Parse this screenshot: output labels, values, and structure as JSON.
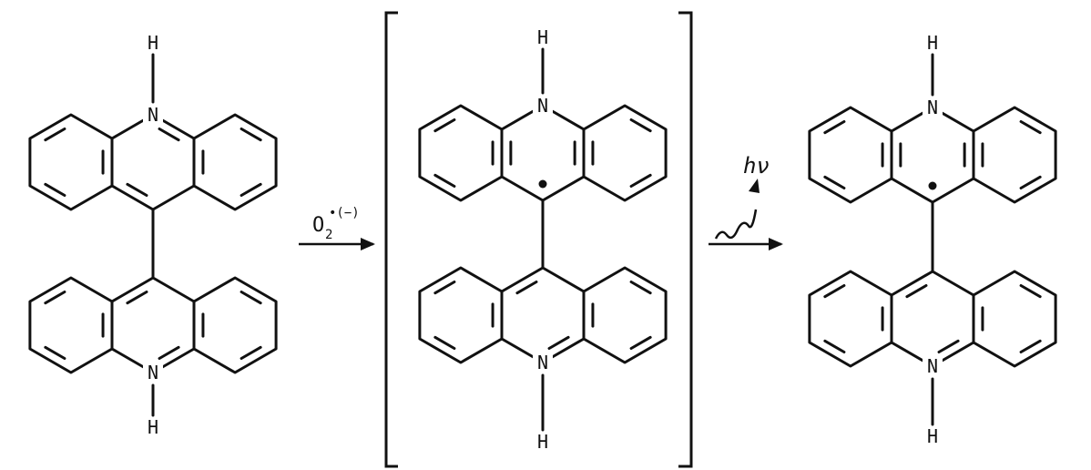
{
  "scheme": {
    "molecules": [
      {
        "top_atoms": {
          "n": "N",
          "h": "H"
        },
        "bottom_atoms": {
          "n": "N",
          "h": "H"
        },
        "radical_on_bridge": false
      },
      {
        "top_atoms": {
          "n": "N",
          "h": "H"
        },
        "bottom_atoms": {
          "n": "N",
          "h": "H"
        },
        "radical_on_bridge": true
      },
      {
        "top_atoms": {
          "n": "N",
          "h": "H"
        },
        "bottom_atoms": {
          "n": "N",
          "h": "H"
        },
        "radical_on_bridge": true
      }
    ],
    "step1": {
      "reagent": "O",
      "reagent_subscript": "2",
      "reagent_superscript": "•(−)"
    },
    "step2": {
      "emission": "hν"
    }
  }
}
